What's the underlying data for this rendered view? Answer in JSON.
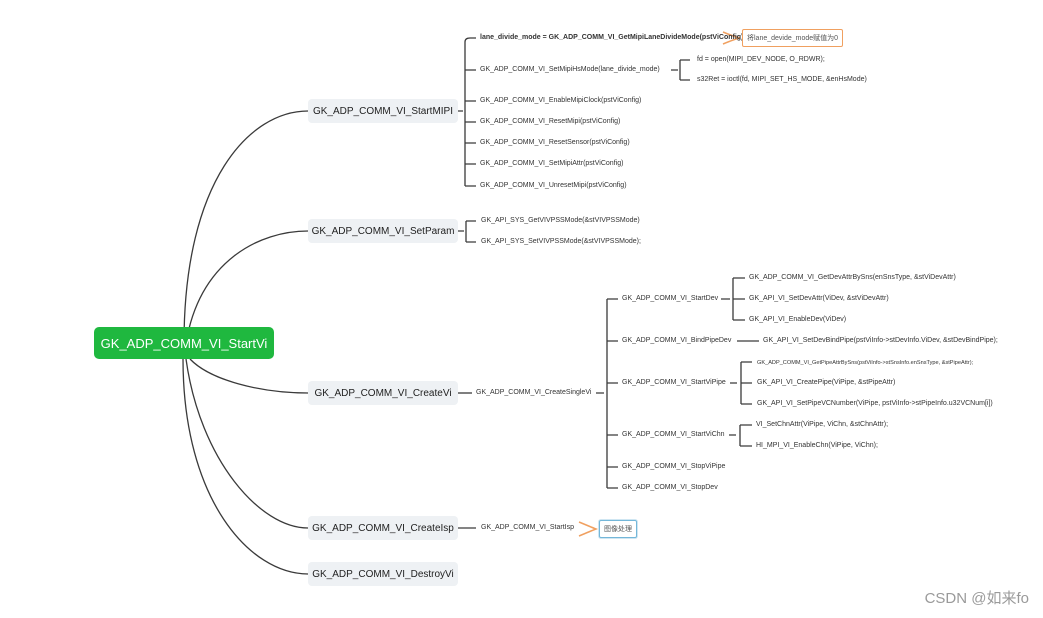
{
  "colors": {
    "root": "#1fb83f",
    "connector": "#3a3a3a",
    "note_border": "#f0a060",
    "note2_border": "#74b7d9"
  },
  "root": "GK_ADP_COMM_VI_StartVi",
  "startmipi": {
    "label": "GK_ADP_COMM_VI_StartMIPI",
    "items": [
      "lane_divide_mode = GK_ADP_COMM_VI_GetMipiLaneDivideMode(pstViConfig)",
      "GK_ADP_COMM_VI_SetMipiHsMode(lane_divide_mode)",
      "GK_ADP_COMM_VI_EnableMipiClock(pstViConfig)",
      "GK_ADP_COMM_VI_ResetMipi(pstViConfig)",
      "GK_ADP_COMM_VI_ResetSensor(pstViConfig)",
      "GK_ADP_COMM_VI_SetMipiAttr(pstViConfig)",
      "GK_ADP_COMM_VI_UnresetMipi(pstViConfig)"
    ],
    "note": "将lane_devide_mode赋值为0",
    "hsmode_children": [
      "fd = open(MIPI_DEV_NODE, O_RDWR);",
      "s32Ret = ioctl(fd, MIPI_SET_HS_MODE, &enHsMode)"
    ]
  },
  "setparam": {
    "label": "GK_ADP_COMM_VI_SetParam",
    "items": [
      "GK_API_SYS_GetVIVPSSMode(&stVIVPSSMode)",
      "GK_API_SYS_SetVIVPSSMode(&stVIVPSSMode);"
    ]
  },
  "createvi": {
    "label": "GK_ADP_COMM_VI_CreateVi",
    "single": "GK_ADP_COMM_VI_CreateSingleVi",
    "items": [
      "GK_ADP_COMM_VI_StartDev",
      "GK_ADP_COMM_VI_BindPipeDev",
      "GK_ADP_COMM_VI_StartViPipe",
      "GK_ADP_COMM_VI_StartViChn",
      "GK_ADP_COMM_VI_StopViPipe",
      "GK_ADP_COMM_VI_StopDev"
    ],
    "startdev_children": [
      "GK_ADP_COMM_VI_GetDevAttrBySns(enSnsType, &stViDevAttr)",
      "GK_API_VI_SetDevAttr(ViDev, &stViDevAttr)",
      "GK_API_VI_EnableDev(ViDev)"
    ],
    "bindpipe_child": "GK_API_VI_SetDevBindPipe(pstViInfo->stDevInfo.ViDev, &stDevBindPipe);",
    "startvipipe_children": [
      "GK_ADP_COMM_VI_GetPipeAttrBySns(pstViInfo->stSnsInfo.enSnsType, &stPipeAttr);",
      "GK_API_VI_CreatePipe(ViPipe, &stPipeAttr)",
      "GK_API_VI_SetPipeVCNumber(ViPipe, pstViInfo->stPipeInfo.u32VCNum[i])"
    ],
    "startvichn_children": [
      "VI_SetChnAttr(ViPipe, ViChn, &stChnAttr);",
      "HI_MPI_VI_EnableChn(ViPipe, ViChn);"
    ]
  },
  "createisp": {
    "label": "GK_ADP_COMM_VI_CreateIsp",
    "child": "GK_ADP_COMM_VI_StartIsp",
    "note": "图像处理"
  },
  "destroyvi": {
    "label": "GK_ADP_COMM_VI_DestroyVi"
  },
  "watermark": "CSDN @如来fo"
}
